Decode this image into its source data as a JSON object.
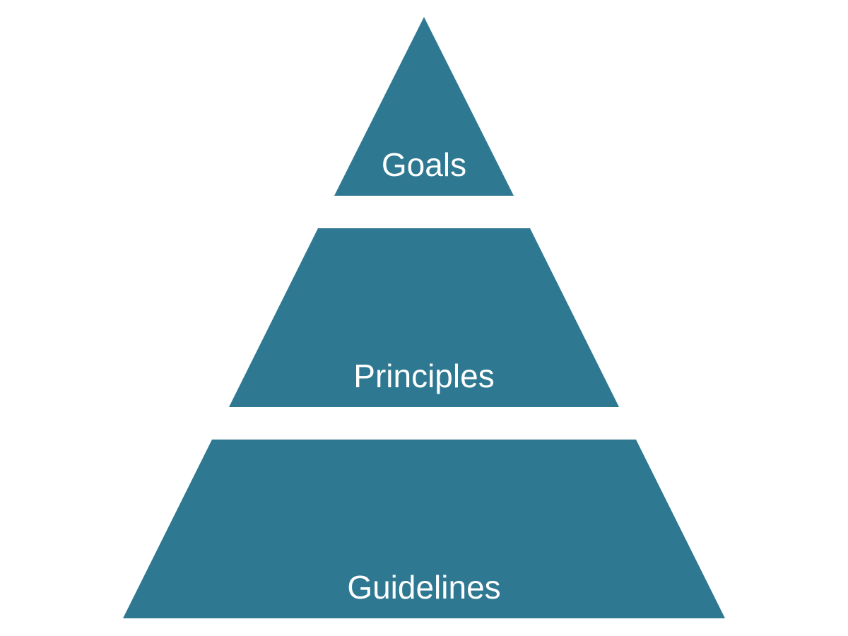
{
  "diagram": {
    "type": "pyramid",
    "fill_color": "#2e7891",
    "text_color": "#ffffff",
    "background": "#ffffff",
    "tiers": [
      {
        "label": "Goals",
        "level": "top",
        "shape": "triangle"
      },
      {
        "label": "Principles",
        "level": "middle",
        "shape": "trapezoid"
      },
      {
        "label": "Guidelines",
        "level": "bottom",
        "shape": "trapezoid"
      }
    ]
  }
}
